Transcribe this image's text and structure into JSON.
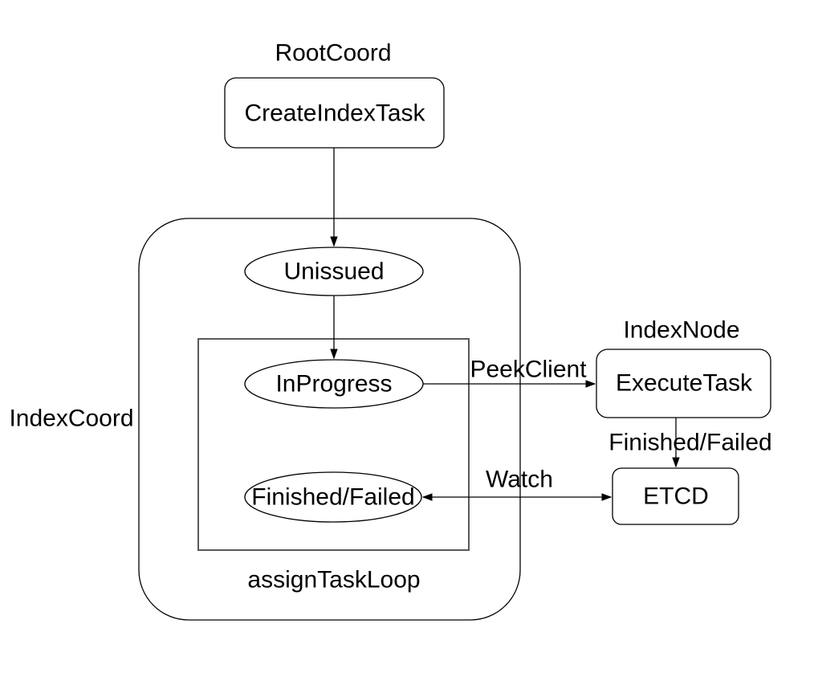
{
  "diagram": {
    "background_color": "#ffffff",
    "stroke_color": "#000000",
    "inner_loop_stroke_color": "#595959",
    "text_color": "#000000",
    "groups": {
      "root_coord_label": "RootCoord",
      "index_coord_label": "IndexCoord",
      "index_node_label": "IndexNode",
      "assign_task_loop_label": "assignTaskLoop"
    },
    "nodes": {
      "create_index_task": "CreateIndexTask",
      "unissued": "Unissued",
      "in_progress": "InProgress",
      "finished_failed_state": "Finished/Failed",
      "execute_task": "ExecuteTask",
      "etcd": "ETCD"
    },
    "edges": {
      "peek_client_label": "PeekClient",
      "finished_failed_label": "Finished/Failed",
      "watch_label": "Watch"
    }
  }
}
